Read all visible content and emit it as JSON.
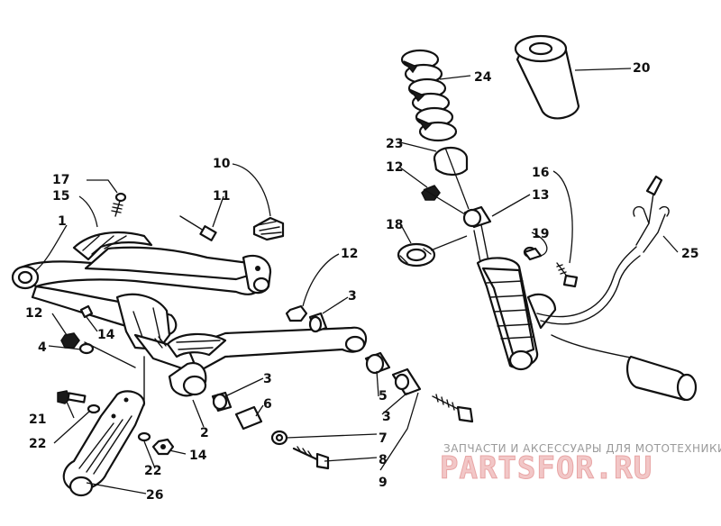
{
  "callouts": {
    "c1": "1",
    "c2": "2",
    "c3a": "3",
    "c3b": "3",
    "c3c": "3",
    "c4": "4",
    "c5": "5",
    "c6": "6",
    "c7": "7",
    "c8": "8",
    "c9": "9",
    "c10": "10",
    "c11": "11",
    "c12a": "12",
    "c12b": "12",
    "c12c": "12",
    "c13": "13",
    "c14a": "14",
    "c14b": "14",
    "c15": "15",
    "c16": "16",
    "c17": "17",
    "c18": "18",
    "c19": "19",
    "c20": "20",
    "c21": "21",
    "c22a": "22",
    "c22b": "22",
    "c23": "23",
    "c24": "24",
    "c25": "25",
    "c26": "26"
  },
  "watermark": {
    "caption": "ЗАПЧАСТИ И АКСЕССУАРЫ ДЛЯ МОТОТЕХНИКИ",
    "logo": "PARTSFOR.RU"
  }
}
